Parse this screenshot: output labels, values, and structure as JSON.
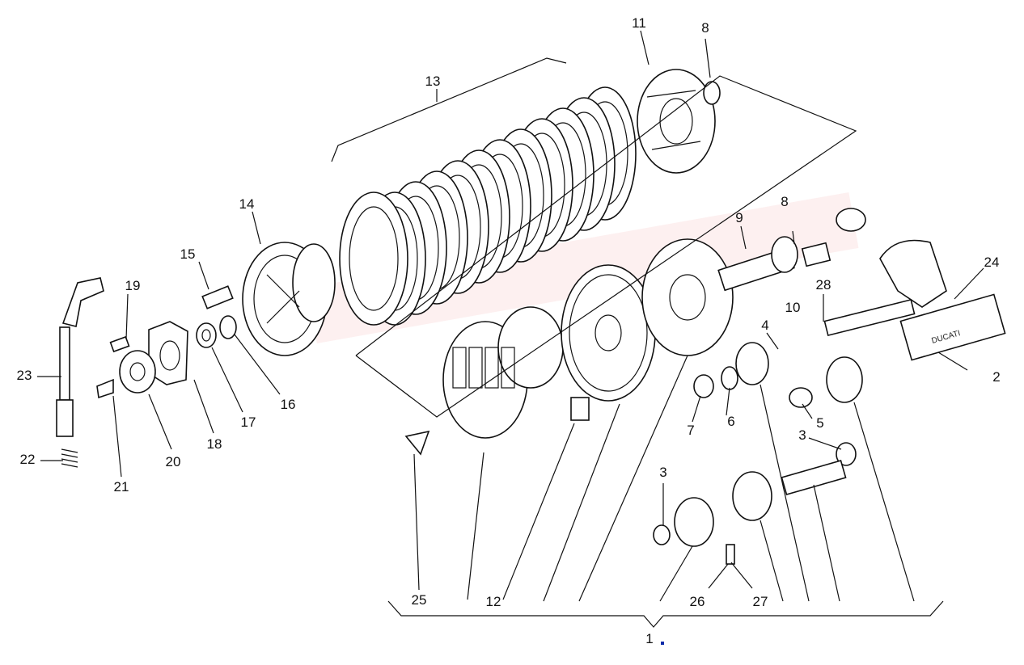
{
  "diagram": {
    "labels": {
      "l1": "1",
      "l2": "2",
      "l3a": "3",
      "l3b": "3",
      "l4": "4",
      "l5": "5",
      "l6": "6",
      "l7": "7",
      "l8a": "8",
      "l8b": "8",
      "l9": "9",
      "l10": "10",
      "l11": "11",
      "l12": "12",
      "l13": "13",
      "l14": "14",
      "l15": "15",
      "l16": "16",
      "l17": "17",
      "l18": "18",
      "l19": "19",
      "l20": "20",
      "l21": "21",
      "l22": "22",
      "l23": "23",
      "l24": "24",
      "l25": "25",
      "l26": "26",
      "l27": "27",
      "l28": "28"
    },
    "shaft_marking": "DUCATI"
  }
}
